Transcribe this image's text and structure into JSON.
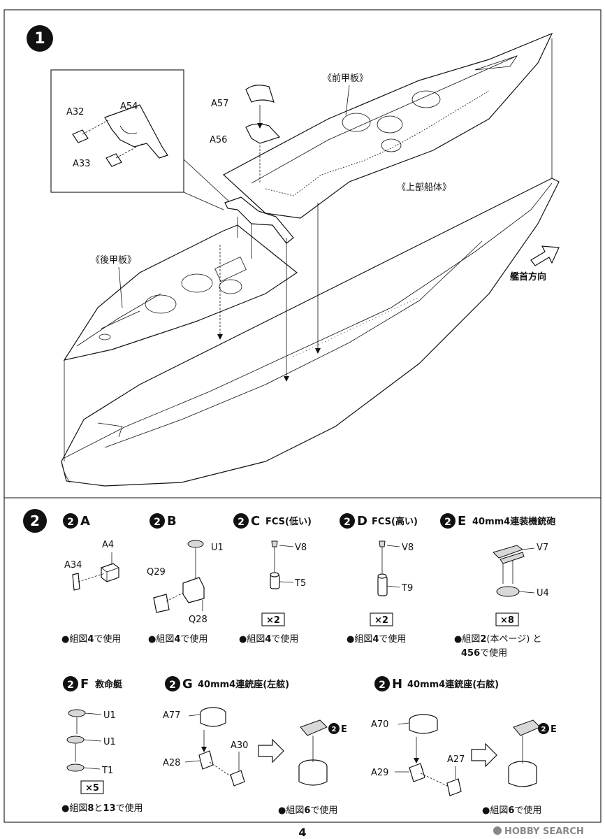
{
  "step1": {
    "number": "1",
    "inset_labels": {
      "a32": "A32",
      "a54": "A54",
      "a33": "A33"
    },
    "labels": {
      "a57": "A57",
      "a56": "A56"
    },
    "callouts": {
      "fore_deck": "《前甲板》",
      "upper_hull": "《上部船体》",
      "aft_deck": "《後甲板》",
      "bow_direction": "艦首方向"
    }
  },
  "step2": {
    "number": "2",
    "subs": [
      {
        "id": "A",
        "step": "2",
        "letter": "A",
        "title": "",
        "parts": [
          "A4",
          "A34"
        ],
        "note": "●組図",
        "note_ref": "4",
        "note_tail": "で使用",
        "qty": ""
      },
      {
        "id": "B",
        "step": "2",
        "letter": "B",
        "title": "",
        "parts": [
          "U1",
          "Q29",
          "Q28"
        ],
        "note": "●組図",
        "note_ref": "4",
        "note_tail": "で使用",
        "qty": ""
      },
      {
        "id": "C",
        "step": "2",
        "letter": "C",
        "title": "FCS(低い)",
        "parts": [
          "V8",
          "T5"
        ],
        "note": "●組図",
        "note_ref": "4",
        "note_tail": "で使用",
        "qty": "×2"
      },
      {
        "id": "D",
        "step": "2",
        "letter": "D",
        "title": "FCS(高い)",
        "parts": [
          "V8",
          "T9"
        ],
        "note": "●組図",
        "note_ref": "4",
        "note_tail": "で使用",
        "qty": "×2"
      },
      {
        "id": "E",
        "step": "2",
        "letter": "E",
        "title": "40mm4連装機銃砲",
        "parts": [
          "V7",
          "U4"
        ],
        "note": "●組図",
        "note_ref": "2",
        "note_paren": "(本ページ) と",
        "note_refs2": [
          "4",
          "5",
          "6"
        ],
        "note_tail": "で使用",
        "qty": "×8"
      },
      {
        "id": "F",
        "step": "2",
        "letter": "F",
        "title": "救命艇",
        "parts": [
          "U1",
          "U1",
          "T1"
        ],
        "note": "●組図",
        "note_ref": "8",
        "note_mid": "と",
        "note_ref2": "13",
        "note_tail": "で使用",
        "qty": "×5"
      },
      {
        "id": "G",
        "step": "2",
        "letter": "G",
        "title": "40mm4連銃座(左舷)",
        "parts": [
          "A77",
          "A30",
          "A28"
        ],
        "ref": "E",
        "note": "●組図",
        "note_ref": "6",
        "note_tail": "で使用",
        "qty": ""
      },
      {
        "id": "H",
        "step": "2",
        "letter": "H",
        "title": "40mm4連銃座(右舷)",
        "parts": [
          "A70",
          "A27",
          "A29"
        ],
        "ref": "E",
        "note": "●組図",
        "note_ref": "6",
        "note_tail": "で使用",
        "qty": ""
      }
    ]
  },
  "footer": {
    "page_number": "4",
    "watermark": "HOBBY SEARCH"
  }
}
